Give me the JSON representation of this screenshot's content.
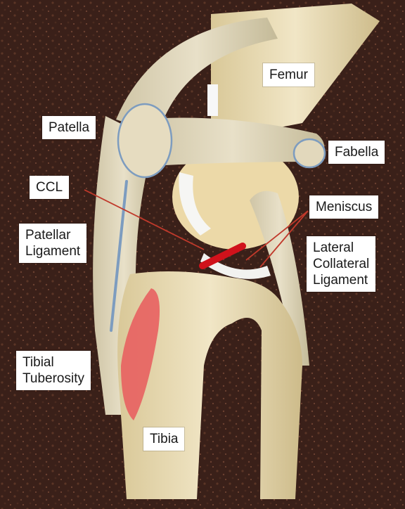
{
  "labels": {
    "femur": "Femur",
    "patella": "Patella",
    "fabella": "Fabella",
    "ccl": "CCL",
    "meniscus": "Meniscus",
    "patellar_ligament": [
      "Patellar",
      "Ligament"
    ],
    "lateral_collateral_ligament": [
      "Lateral",
      "Collateral",
      "Ligament"
    ],
    "tibial_tuberosity": [
      "Tibial",
      "Tuberosity"
    ],
    "tibia": "Tibia"
  },
  "colors": {
    "background": "#3a2019",
    "bone": "#e9dcb8",
    "bone_shadow": "#c9b88c",
    "ligament": "#d8cfb2",
    "meniscus": "#f2f2f0",
    "ccl": "#d0121b",
    "tuberosity": "#e86060",
    "outline_blue": "#7d9cbf",
    "pointer": "#c0392b"
  }
}
